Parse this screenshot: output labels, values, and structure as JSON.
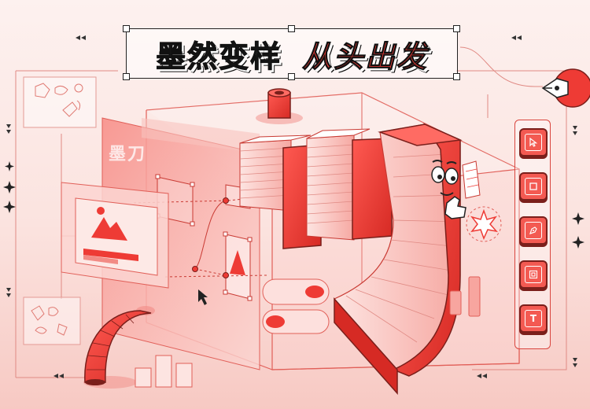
{
  "title": {
    "part1": "墨然变样",
    "part2": "从头出发"
  },
  "logo_text": "墨刀",
  "toolbar": [
    {
      "name": "pointer",
      "icon": "cursor-icon"
    },
    {
      "name": "rectangle",
      "icon": "square-icon"
    },
    {
      "name": "pen",
      "icon": "pen-icon"
    },
    {
      "name": "frame",
      "icon": "frame-icon"
    },
    {
      "name": "text",
      "icon": "text-t-icon",
      "glyph": "T"
    }
  ],
  "colors": {
    "brand_red": "#ee3b35",
    "dark_red": "#8e1d18",
    "outline": "#222222",
    "background": "#fbe3df"
  }
}
